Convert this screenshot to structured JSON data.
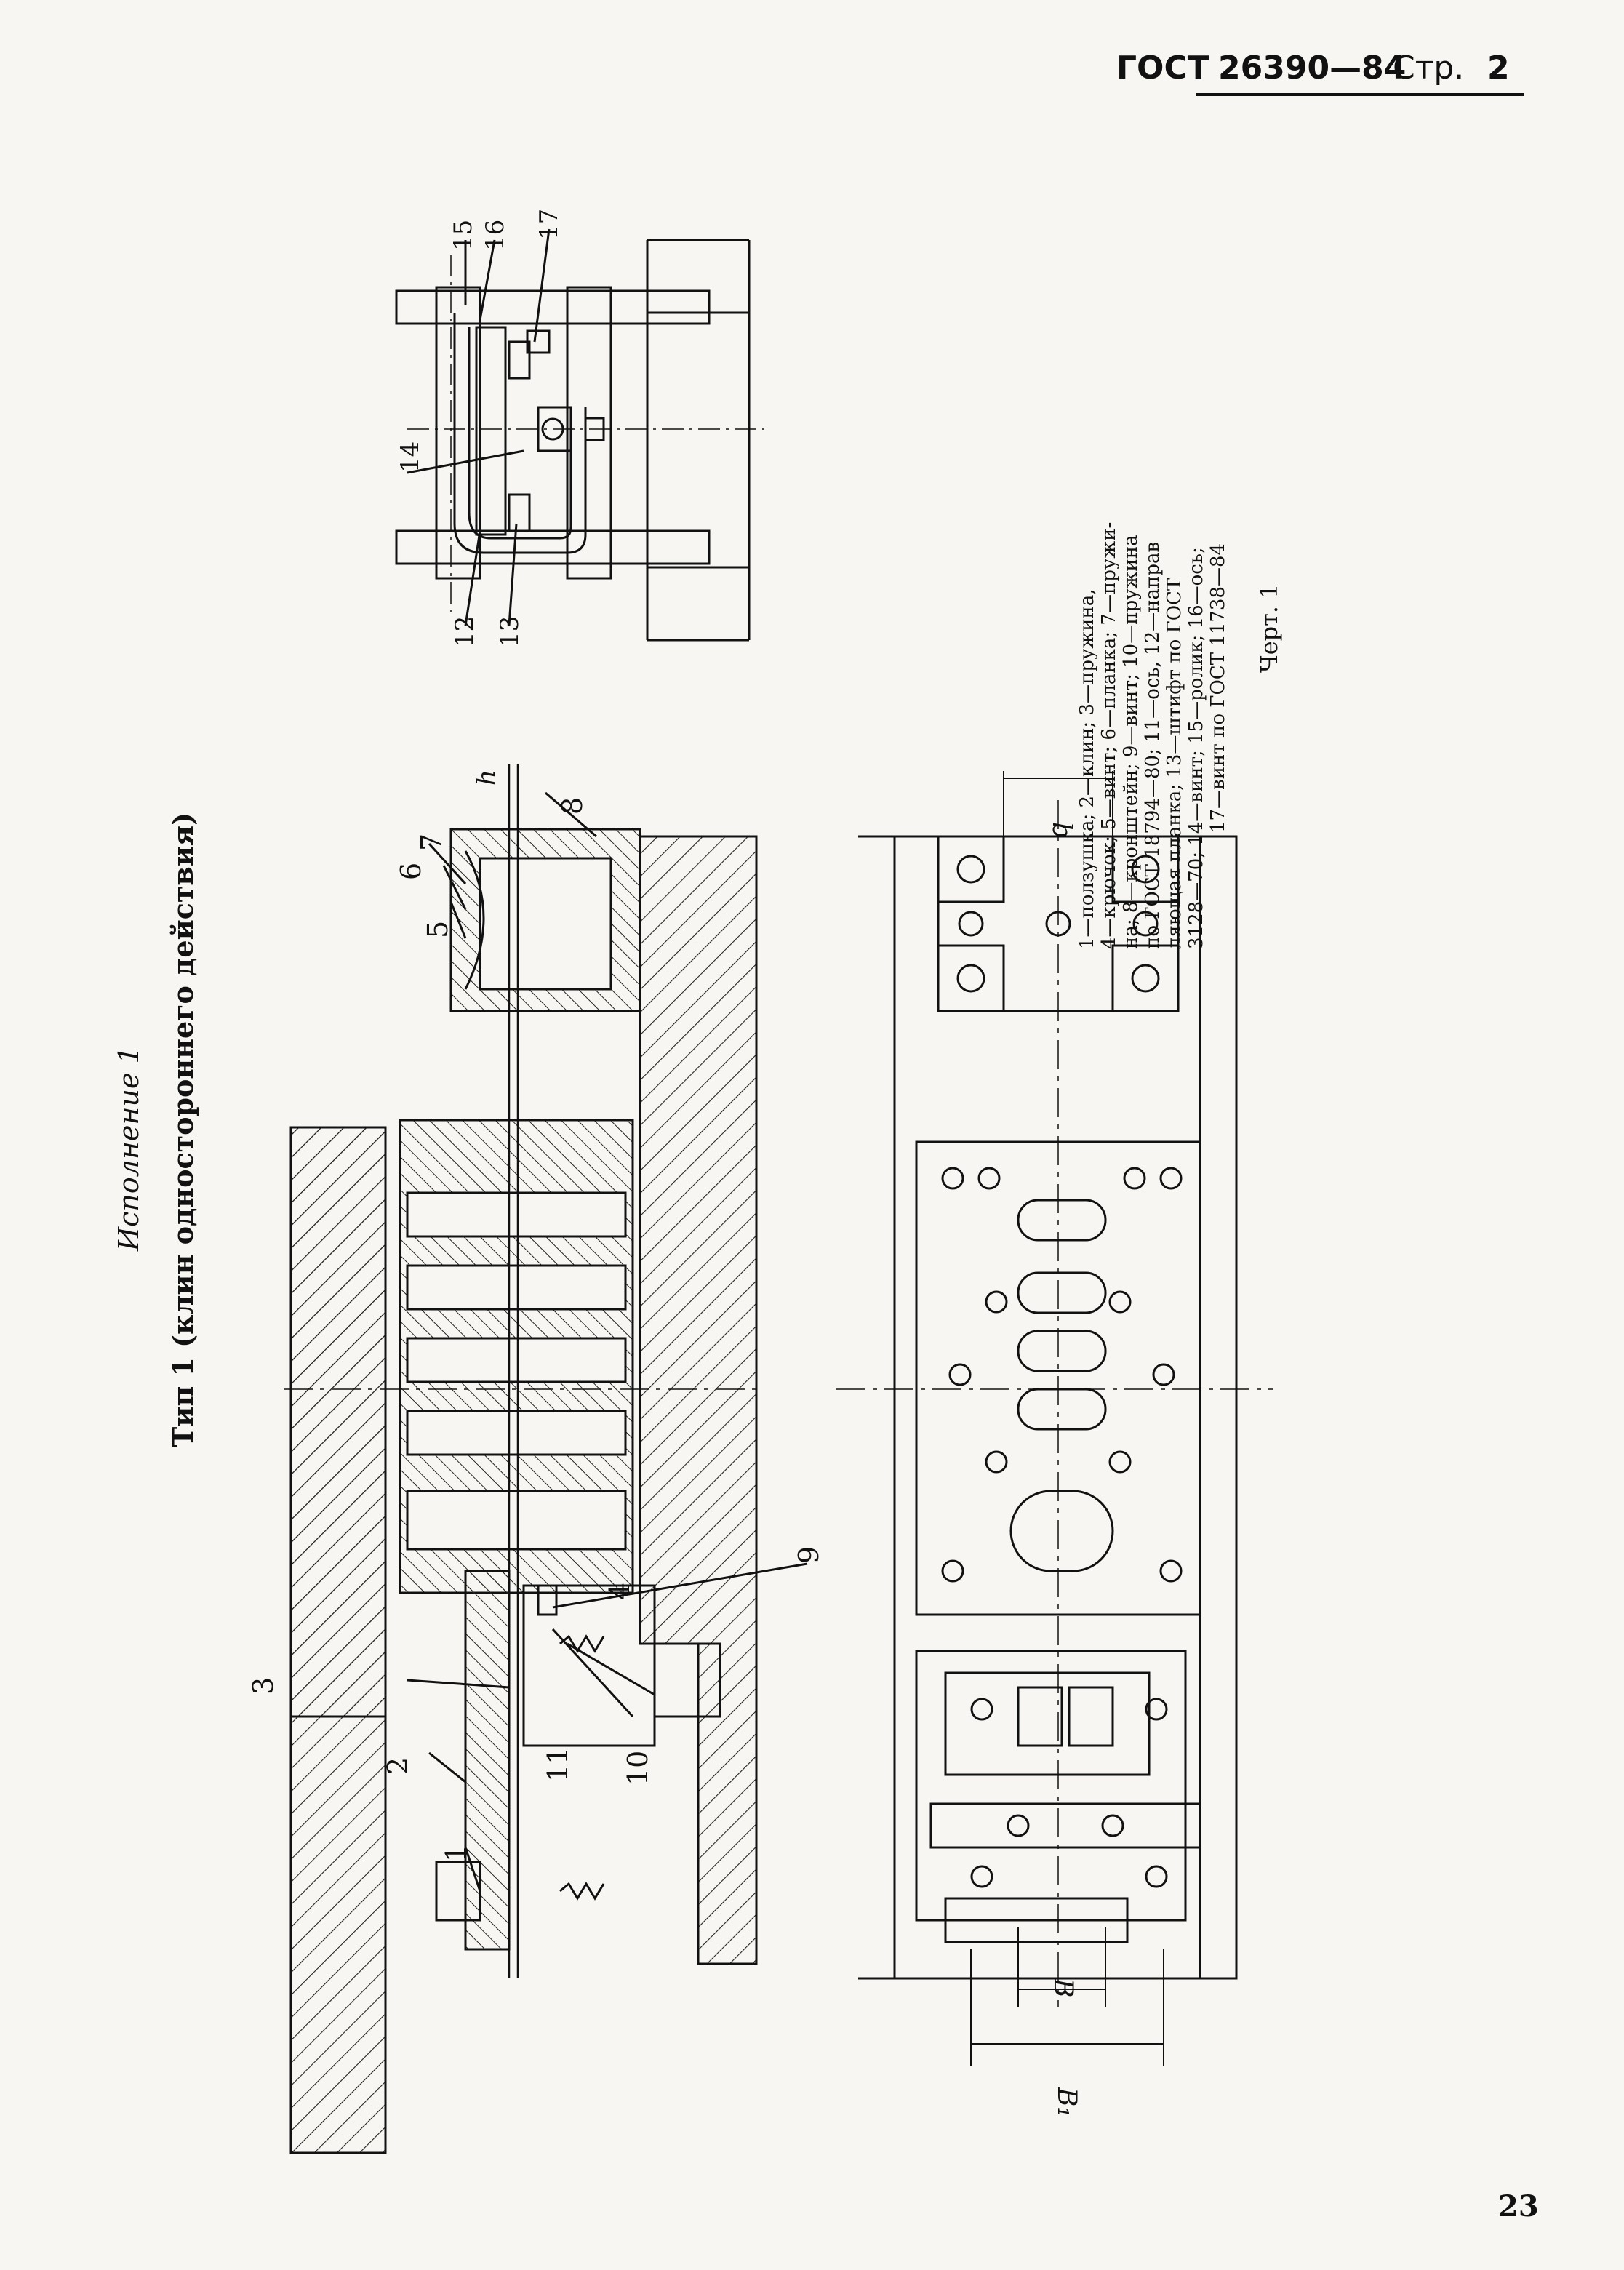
{
  "header": {
    "gost": "ГОСТ",
    "number": "26390—84",
    "page_label": "Стр.",
    "page_value": "2"
  },
  "page_number": "23",
  "titles": {
    "execution": "Исполнение 1",
    "type": "Тип 1 (клин одностороннего действия)"
  },
  "legend": {
    "lines": [
      "1—ползушка;   2—клин;   3—пружина,",
      "4—крючок; 5—винт; 6—планка; 7—пружи-",
      "на;  8—кронштейн;  9—винт; 10—пружина",
      "по  ГОСТ  18794—80;  11—ось,  12—направ",
      "ляющая  планка;  13—штифт  по  ГОСТ",
      "3128—70;  14—винт;  15—ролик;  16—ось;",
      "17—винт по ГОСТ 11738—84"
    ],
    "caption": "Черт. 1"
  },
  "callouts": {
    "c1": "1",
    "c2": "2",
    "c3": "3",
    "c4": "4",
    "c5": "5",
    "c6": "6",
    "c7": "7",
    "c8": "8",
    "c9": "9",
    "c10": "10",
    "c11": "11",
    "c12": "12",
    "c13": "13",
    "c14": "14",
    "c15": "15",
    "c16": "16",
    "c17": "17"
  },
  "dimensions": {
    "h": "h",
    "b": "b",
    "B": "B",
    "B1": "B₁"
  }
}
